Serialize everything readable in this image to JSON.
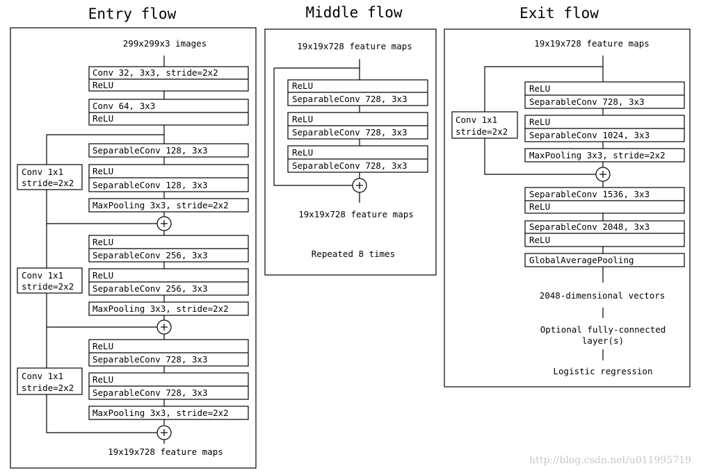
{
  "entry": {
    "title": "Entry flow",
    "input": "299x299x3 images",
    "output": "19x19x728 feature maps",
    "layers": [
      "Conv 32, 3x3, stride=2x2",
      "ReLU",
      "Conv 64, 3x3",
      "ReLU",
      "SeparableConv 128, 3x3",
      "ReLU",
      "SeparableConv 128, 3x3",
      "MaxPooling 3x3, stride=2x2",
      "ReLU",
      "SeparableConv 256, 3x3",
      "ReLU",
      "SeparableConv 256, 3x3",
      "MaxPooling 3x3, stride=2x2",
      "ReLU",
      "SeparableConv 728, 3x3",
      "ReLU",
      "SeparableConv 728, 3x3",
      "MaxPooling 3x3, stride=2x2"
    ],
    "shortcuts": [
      [
        "Conv 1x1",
        "stride=2x2"
      ],
      [
        "Conv 1x1",
        "stride=2x2"
      ],
      [
        "Conv 1x1",
        "stride=2x2"
      ]
    ]
  },
  "middle": {
    "title": "Middle flow",
    "input": "19x19x728 feature maps",
    "output": "19x19x728 feature maps",
    "layers": [
      "ReLU",
      "SeparableConv 728, 3x3",
      "ReLU",
      "SeparableConv 728, 3x3",
      "ReLU",
      "SeparableConv 728, 3x3"
    ],
    "repeat": "Repeated 8 times"
  },
  "exit": {
    "title": "Exit flow",
    "input": "19x19x728 feature maps",
    "layers": [
      "ReLU",
      "SeparableConv 728, 3x3",
      "ReLU",
      "SeparableConv 1024, 3x3",
      "MaxPooling 3x3, stride=2x2",
      "SeparableConv 1536, 3x3",
      "ReLU",
      "SeparableConv 2048, 3x3",
      "ReLU",
      "GlobalAveragePooling"
    ],
    "shortcut": [
      "Conv 1x1",
      "stride=2x2"
    ],
    "vectors": "2048-dimensional vectors",
    "fc": [
      "Optional fully-connected",
      "layer(s)"
    ],
    "logistic": "Logistic regression"
  },
  "watermark": "http://blog.csdn.net/u011995719"
}
